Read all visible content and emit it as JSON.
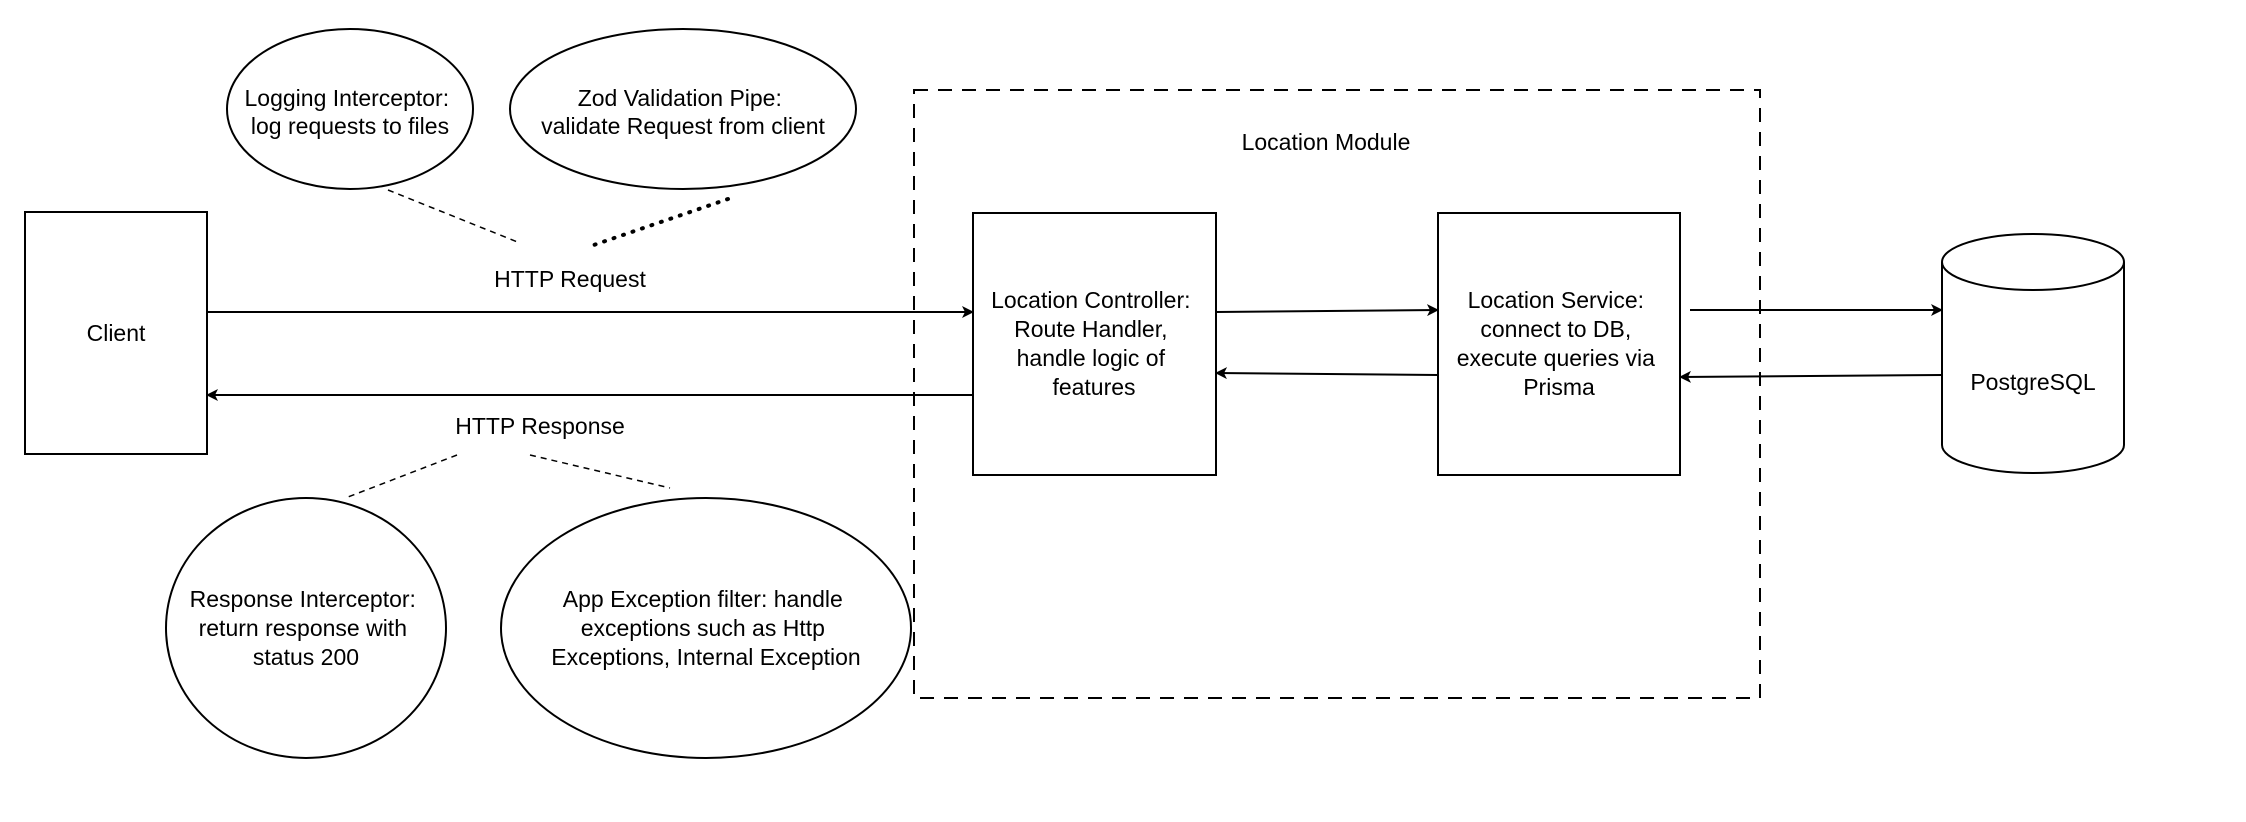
{
  "colors": {
    "stroke": "#000000",
    "fill": "#ffffff",
    "text": "#000000"
  },
  "module": {
    "title": "Location Module"
  },
  "client": {
    "label": "Client"
  },
  "controller": {
    "lines": [
      "Location Controller:",
      "Route Handler,",
      "handle logic of",
      "features"
    ]
  },
  "service": {
    "lines": [
      "Location Service:",
      "connect to DB,",
      "execute queries via",
      "Prisma"
    ]
  },
  "database": {
    "label": "PostgreSQL"
  },
  "request": {
    "label": "HTTP Request"
  },
  "response": {
    "label": "HTTP Response"
  },
  "logging_interceptor": {
    "lines": [
      "Logging Interceptor:",
      "log requests to files"
    ]
  },
  "validation_pipe": {
    "lines": [
      "Zod Validation Pipe:",
      "validate Request from client"
    ]
  },
  "response_interceptor": {
    "lines": [
      "Response Interceptor:",
      "return response with",
      "status 200"
    ]
  },
  "exception_filter": {
    "lines": [
      "App Exception filter: handle",
      "exceptions such as Http",
      "Exceptions, Internal Exception"
    ]
  }
}
